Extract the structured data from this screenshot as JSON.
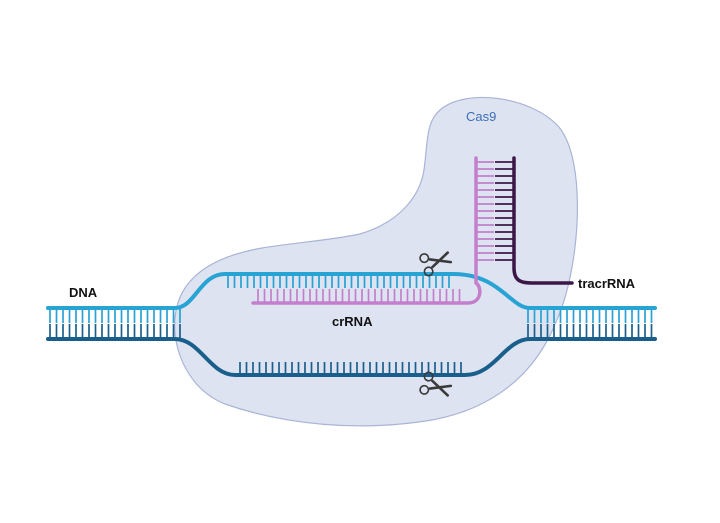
{
  "labels": {
    "cas9": "Cas9",
    "dna": "DNA",
    "crrna": "crRNA",
    "tracrrna": "tracrRNA"
  },
  "colors": {
    "cas9_fill": "#dde3f1",
    "cas9_stroke": "#a9b5d5",
    "cas9_text": "#3d6fb6",
    "dna_top_strand": "#27a3d4",
    "dna_bottom_strand": "#1a5f8c",
    "crrna": "#c37fcb",
    "tracrrna": "#3b1646",
    "label_text": "#111111",
    "scissors": "#3a3a3a"
  },
  "icons": [
    "scissors-icon",
    "scissors-icon"
  ]
}
